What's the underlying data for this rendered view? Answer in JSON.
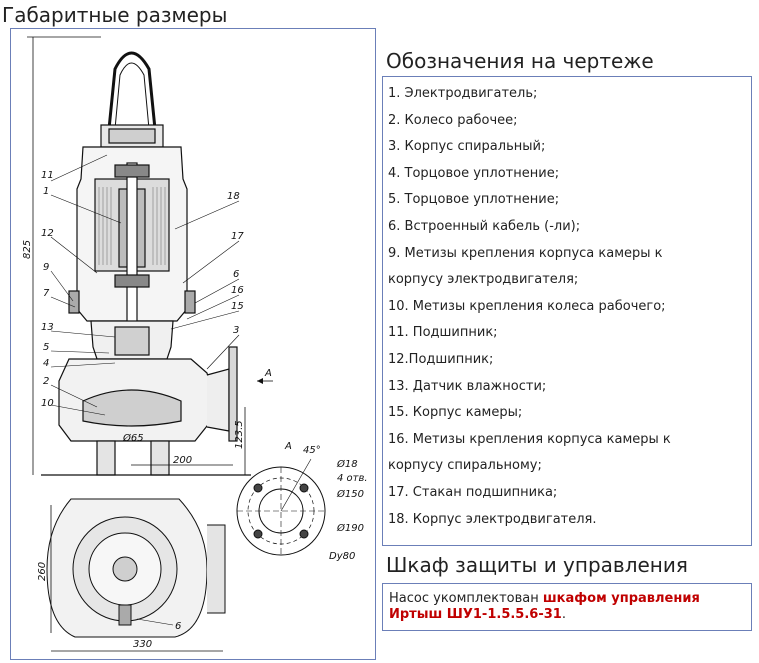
{
  "main_title": "Габаритные размеры",
  "legend": {
    "title": "Обозначения на чертеже",
    "items": [
      "1. Электродвигатель;",
      "2. Колесо рабочее;",
      "3. Корпус спиральный;",
      "4. Торцовое уплотнение;",
      "5. Торцовое уплотнение;",
      "6. Встроенный кабель (-ли);",
      "9. Метизы крепления корпуса камеры к",
      "корпусу электродвигателя;",
      "10. Метизы крепления колеса рабочего;",
      "11. Подшипник;",
      "12.Подшипник;",
      "13. Датчик влажности;",
      "15. Корпус камеры;",
      "16. Метизы крепления корпуса камеры к",
      "корпусу спиральному;",
      "17. Стакан подшипника;",
      "18. Корпус электродвигателя."
    ]
  },
  "cabinet": {
    "title": "Шкаф защиты и управления",
    "text_before": "Насос укомплектован ",
    "highlight": "шкафом управления Иртыш ШУ1-1.5.5.6-31",
    "text_after": "."
  },
  "drawing": {
    "dim_height": "825",
    "dim_outlet_height": "123.5",
    "dim_outlet_offset": "200",
    "dim_shaft": "Ø65",
    "dim_plan_height": "260",
    "dim_plan_width": "330",
    "view_letter": "A",
    "flange_angle": "45°",
    "flange_hole": "Ø18",
    "flange_holes_count": "4 отв.",
    "flange_bolt_circle": "Ø150",
    "flange_outer": "Ø190",
    "flange_dn": "Dy80",
    "callouts_left": [
      "11",
      "1",
      "12",
      "9",
      "7",
      "13",
      "5",
      "4",
      "2",
      "10"
    ],
    "callouts_right": [
      "18",
      "17",
      "6",
      "16",
      "15",
      "3"
    ],
    "plan_callout": "6"
  },
  "colors": {
    "frame_border": "#6b7fb8",
    "highlight_text": "#c00000"
  }
}
